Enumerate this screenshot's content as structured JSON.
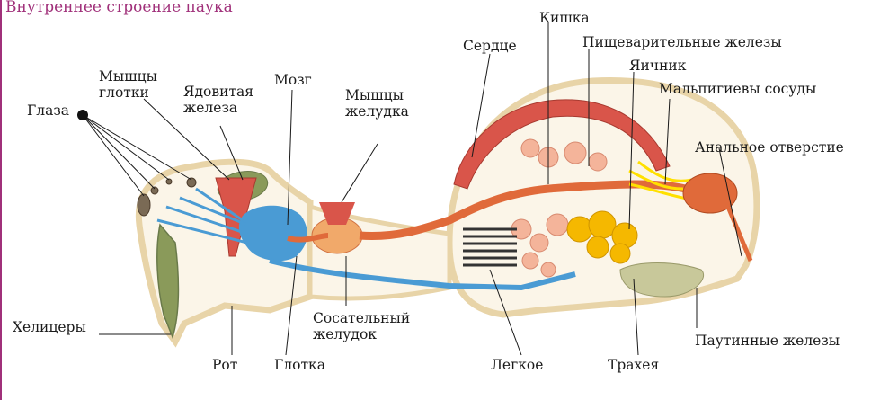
{
  "title": "Внутреннее строение паука",
  "labels": {
    "eyes": "Глаза",
    "pharynx_muscles": "Мышцы\nглотки",
    "venom_gland": "Ядовитая\nжелеза",
    "brain": "Мозг",
    "stomach_muscles": "Мышцы\nжелудка",
    "heart": "Сердце",
    "intestine": "Кишка",
    "digestive_glands": "Пищеварительные железы",
    "ovary": "Яичник",
    "malpighian_vessels": "Мальпигиевы сосуды",
    "anus": "Анальное отверстие",
    "chelicerae": "Хелицеры",
    "mouth": "Рот",
    "pharynx": "Глотка",
    "sucking_stomach": "Сосательный\nжелудок",
    "lung": "Легкое",
    "trachea": "Трахея",
    "spinning_glands": "Паутинные железы"
  },
  "colors": {
    "title": "#a0307a",
    "body_outline": "#e8d4a8",
    "nervous": "#4a9bd4",
    "muscle": "#d9554a",
    "gut": "#e06a3a",
    "digestive_gland": "#f4b49a",
    "ovary": "#f5b800",
    "malpighian": "#ffe000",
    "venom_gland": "#8a9a5a",
    "silk_gland": "#c8c89a"
  }
}
